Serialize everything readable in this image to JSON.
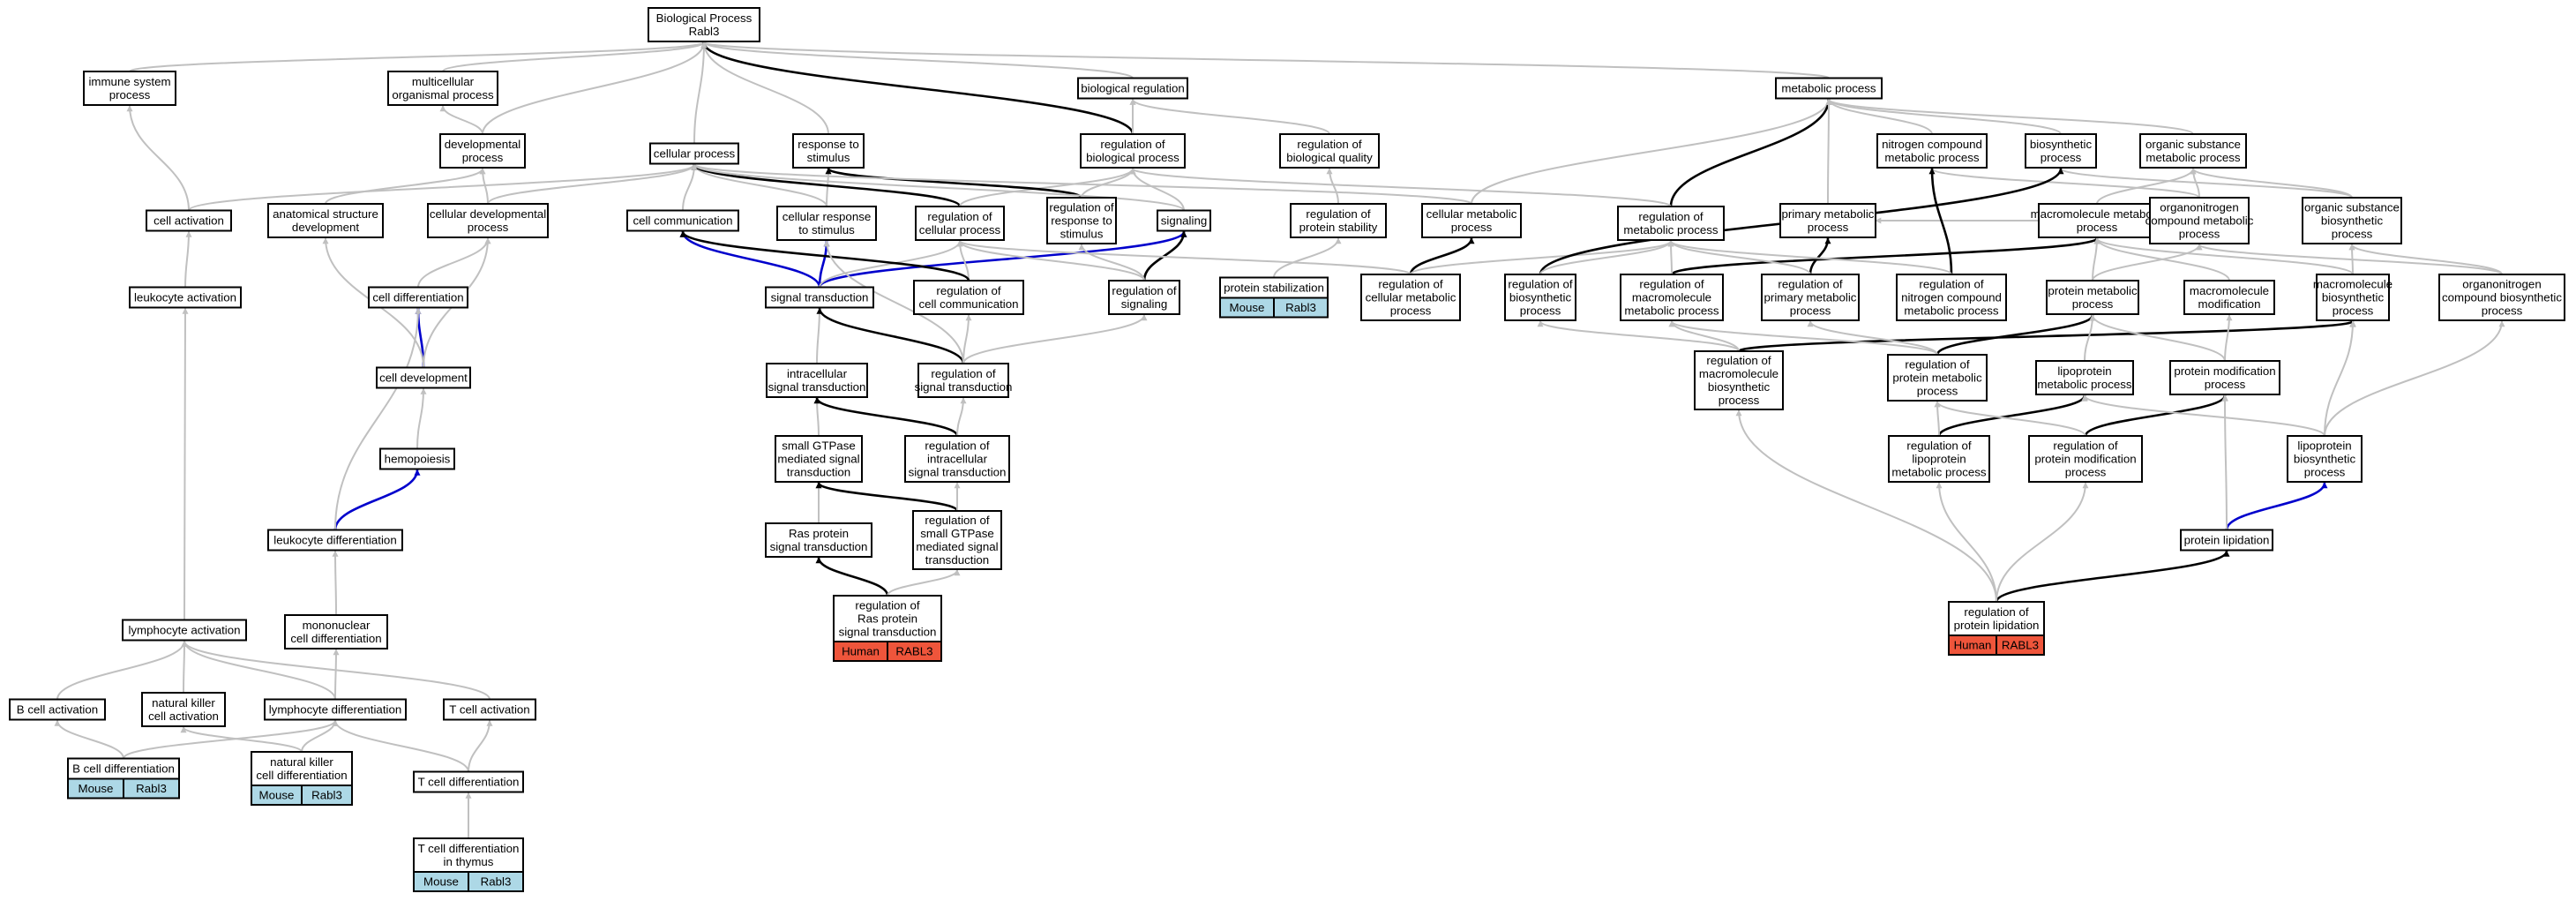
{
  "colors": {
    "node_border": "#000000",
    "node_fill": "#ffffff",
    "edge_default": "#c0c0c0",
    "edge_highlight": "#000000",
    "edge_blue": "#0000cc",
    "tag_mouse": "#add8e6",
    "tag_human": "#ef553b"
  },
  "nodes": [
    {
      "id": "bp",
      "lines": [
        "Biological Process",
        "Rabl3"
      ]
    },
    {
      "id": "immune",
      "lines": [
        "immune system",
        "process"
      ]
    },
    {
      "id": "multicell",
      "lines": [
        "multicellular",
        "organismal process"
      ]
    },
    {
      "id": "devproc",
      "lines": [
        "developmental",
        "process"
      ]
    },
    {
      "id": "cellproc",
      "lines": [
        "cellular process"
      ]
    },
    {
      "id": "resp",
      "lines": [
        "response to",
        "stimulus"
      ]
    },
    {
      "id": "biolreg",
      "lines": [
        "biological regulation"
      ]
    },
    {
      "id": "regbio",
      "lines": [
        "regulation of",
        "biological process"
      ]
    },
    {
      "id": "regqual",
      "lines": [
        "regulation of",
        "biological quality"
      ]
    },
    {
      "id": "metab",
      "lines": [
        "metabolic process"
      ]
    },
    {
      "id": "nitro",
      "lines": [
        "nitrogen compound",
        "metabolic process"
      ]
    },
    {
      "id": "biosyn",
      "lines": [
        "biosynthetic",
        "process"
      ]
    },
    {
      "id": "orgsub",
      "lines": [
        "organic substance",
        "metabolic process"
      ]
    },
    {
      "id": "cellact",
      "lines": [
        "cell activation"
      ]
    },
    {
      "id": "anat",
      "lines": [
        "anatomical structure",
        "development"
      ]
    },
    {
      "id": "celldev",
      "lines": [
        "cellular developmental",
        "process"
      ]
    },
    {
      "id": "cellcomm",
      "lines": [
        "cell communication"
      ]
    },
    {
      "id": "cellresp",
      "lines": [
        "cellular response",
        "to stimulus"
      ]
    },
    {
      "id": "regcell",
      "lines": [
        "regulation of",
        "cellular process"
      ]
    },
    {
      "id": "regresp",
      "lines": [
        "regulation of",
        "response to",
        "stimulus"
      ]
    },
    {
      "id": "signaling",
      "lines": [
        "signaling"
      ]
    },
    {
      "id": "regstab",
      "lines": [
        "regulation of",
        "protein stability"
      ]
    },
    {
      "id": "cellmet",
      "lines": [
        "cellular metabolic",
        "process"
      ]
    },
    {
      "id": "regmet",
      "lines": [
        "regulation of",
        "metabolic process"
      ]
    },
    {
      "id": "primmet",
      "lines": [
        "primary metabolic",
        "process"
      ]
    },
    {
      "id": "macro",
      "lines": [
        "macromolecule metabolic",
        "process"
      ]
    },
    {
      "id": "orgnit",
      "lines": [
        "organonitrogen",
        "compound metabolic",
        "process"
      ]
    },
    {
      "id": "orgsubbio",
      "lines": [
        "organic substance",
        "biosynthetic",
        "process"
      ]
    },
    {
      "id": "leukact",
      "lines": [
        "leukocyte activation"
      ]
    },
    {
      "id": "celldiff",
      "lines": [
        "cell differentiation"
      ]
    },
    {
      "id": "sigtrans",
      "lines": [
        "signal transduction"
      ]
    },
    {
      "id": "regcomm",
      "lines": [
        "regulation of",
        "cell communication"
      ]
    },
    {
      "id": "regsig",
      "lines": [
        "regulation of",
        "signaling"
      ]
    },
    {
      "id": "protstab",
      "lines": [
        "protein stabilization"
      ],
      "tags": [
        "Mouse",
        "Rabl3"
      ],
      "tag_color": "#add8e6"
    },
    {
      "id": "regcellmet",
      "lines": [
        "regulation of",
        "cellular metabolic",
        "process"
      ]
    },
    {
      "id": "regbiosyn",
      "lines": [
        "regulation of",
        "biosynthetic",
        "process"
      ]
    },
    {
      "id": "regmacro",
      "lines": [
        "regulation of",
        "macromolecule",
        "metabolic process"
      ]
    },
    {
      "id": "regprim",
      "lines": [
        "regulation of",
        "primary metabolic",
        "process"
      ]
    },
    {
      "id": "regnitro",
      "lines": [
        "regulation of",
        "nitrogen compound",
        "metabolic process"
      ]
    },
    {
      "id": "protmet",
      "lines": [
        "protein metabolic",
        "process"
      ]
    },
    {
      "id": "macromod",
      "lines": [
        "macromolecule",
        "modification"
      ]
    },
    {
      "id": "macrobio",
      "lines": [
        "macromolecule",
        "biosynthetic",
        "process"
      ]
    },
    {
      "id": "orgnitbio",
      "lines": [
        "organonitrogen",
        "compound biosynthetic",
        "process"
      ]
    },
    {
      "id": "celldevt",
      "lines": [
        "cell development"
      ]
    },
    {
      "id": "intra",
      "lines": [
        "intracellular",
        "signal transduction"
      ]
    },
    {
      "id": "regsigtrans",
      "lines": [
        "regulation of",
        "signal transduction"
      ]
    },
    {
      "id": "regmacrobio",
      "lines": [
        "regulation of",
        "macromolecule",
        "biosynthetic",
        "process"
      ]
    },
    {
      "id": "regprotmet",
      "lines": [
        "regulation of",
        "protein metabolic",
        "process"
      ]
    },
    {
      "id": "lipomet",
      "lines": [
        "lipoprotein",
        "metabolic process"
      ]
    },
    {
      "id": "protmod",
      "lines": [
        "protein modification",
        "process"
      ]
    },
    {
      "id": "hemo",
      "lines": [
        "hemopoiesis"
      ]
    },
    {
      "id": "smallgt",
      "lines": [
        "small GTPase",
        "mediated signal",
        "transduction"
      ]
    },
    {
      "id": "regintra",
      "lines": [
        "regulation of",
        "intracellular",
        "signal transduction"
      ]
    },
    {
      "id": "reglipomet",
      "lines": [
        "regulation of",
        "lipoprotein",
        "metabolic process"
      ]
    },
    {
      "id": "regprotmod",
      "lines": [
        "regulation of",
        "protein modification",
        "process"
      ]
    },
    {
      "id": "lipobio",
      "lines": [
        "lipoprotein",
        "biosynthetic",
        "process"
      ]
    },
    {
      "id": "leukdiff",
      "lines": [
        "leukocyte differentiation"
      ]
    },
    {
      "id": "ras",
      "lines": [
        "Ras protein",
        "signal transduction"
      ]
    },
    {
      "id": "regsmallgt",
      "lines": [
        "regulation of",
        "small GTPase",
        "mediated signal",
        "transduction"
      ]
    },
    {
      "id": "protlip",
      "lines": [
        "protein lipidation"
      ]
    },
    {
      "id": "mono",
      "lines": [
        "mononuclear",
        "cell differentiation"
      ]
    },
    {
      "id": "lymact",
      "lines": [
        "lymphocyte activation"
      ]
    },
    {
      "id": "regras",
      "lines": [
        "regulation of",
        "Ras protein",
        "signal transduction"
      ],
      "tags": [
        "Human",
        "RABL3"
      ],
      "tag_color": "#ef553b"
    },
    {
      "id": "reglip",
      "lines": [
        "regulation of",
        "protein lipidation"
      ],
      "tags": [
        "Human",
        "RABL3"
      ],
      "tag_color": "#ef553b"
    },
    {
      "id": "bact",
      "lines": [
        "B cell activation"
      ]
    },
    {
      "id": "nkact",
      "lines": [
        "natural killer",
        "cell activation"
      ]
    },
    {
      "id": "lymdiff",
      "lines": [
        "lymphocyte differentiation"
      ]
    },
    {
      "id": "tact",
      "lines": [
        "T cell activation"
      ]
    },
    {
      "id": "bdiff",
      "lines": [
        "B cell differentiation"
      ],
      "tags": [
        "Mouse",
        "Rabl3"
      ],
      "tag_color": "#add8e6"
    },
    {
      "id": "nkdiff",
      "lines": [
        "natural killer",
        "cell differentiation"
      ],
      "tags": [
        "Mouse",
        "Rabl3"
      ],
      "tag_color": "#add8e6"
    },
    {
      "id": "tdiff",
      "lines": [
        "T cell differentiation"
      ]
    },
    {
      "id": "tthym",
      "lines": [
        "T cell differentiation",
        "in thymus"
      ],
      "tags": [
        "Mouse",
        "Rabl3"
      ],
      "tag_color": "#add8e6"
    }
  ]
}
